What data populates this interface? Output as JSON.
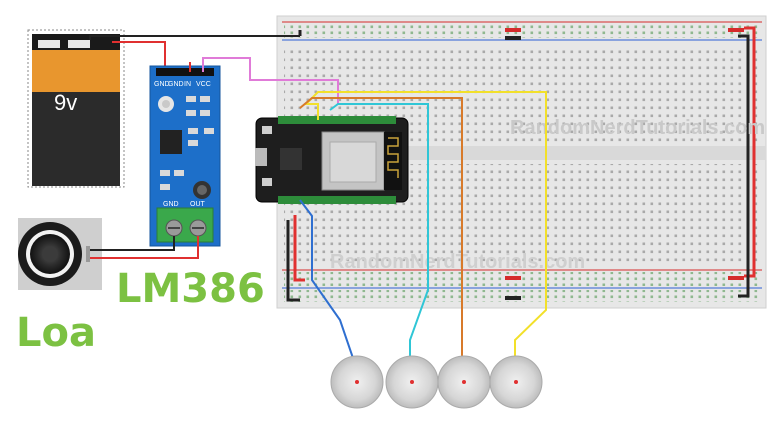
{
  "battery": {
    "label": "9v"
  },
  "amp_module": {
    "pins": [
      "GND",
      "GND",
      "IN",
      "VCC"
    ],
    "out_pins": [
      "GND",
      "OUT"
    ]
  },
  "labels": {
    "amp": "LM386",
    "speaker": "Loa"
  },
  "watermark": {
    "top": "RandomNerdTutorials.com",
    "bottom": "RandomNerdTutorials.com"
  },
  "colors": {
    "breadboard": "#e6e6e6",
    "rail_red": "#d52b2b",
    "rail_blue": "#2c5fd6",
    "esp32_board": "#1e1e1e",
    "amp_board": "#1d6fc9",
    "terminal_green": "#3aa84b",
    "label_green": "#7cc142",
    "wire_red": "#e03030",
    "wire_black": "#222222",
    "wire_pink": "#e07bd8",
    "wire_blue": "#2f6fd0",
    "wire_cyan": "#2fc6d6",
    "wire_orange": "#d87a2a",
    "wire_yellow": "#f2e02a"
  },
  "piezo_count": 4
}
